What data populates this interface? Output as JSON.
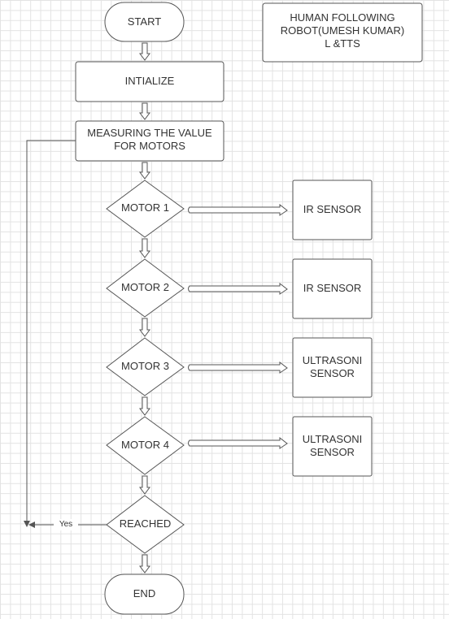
{
  "title_box": {
    "line1": "HUMAN FOLLOWING",
    "line2": "ROBOT(UMESH KUMAR)",
    "line3": "L &TTS"
  },
  "nodes": {
    "start": "START",
    "initialize": "INTIALIZE",
    "measure_line1": "MEASURING THE VALUE",
    "measure_line2": "FOR MOTORS",
    "motor1": "MOTOR 1",
    "motor2": "MOTOR 2",
    "motor3": "MOTOR 3",
    "motor4": "MOTOR 4",
    "reached": "REACHED",
    "end": "END"
  },
  "sensors": {
    "sensor1": "IR SENSOR",
    "sensor2": "IR SENSOR",
    "sensor3_line1": "ULTRASONI",
    "sensor3_line2": "SENSOR",
    "sensor4_line1": "ULTRASONI",
    "sensor4_line2": "SENSOR"
  },
  "edges": {
    "yes_label": "Yes"
  },
  "colors": {
    "stroke": "#555555",
    "text": "#333333",
    "grid": "#e3e3e3"
  }
}
